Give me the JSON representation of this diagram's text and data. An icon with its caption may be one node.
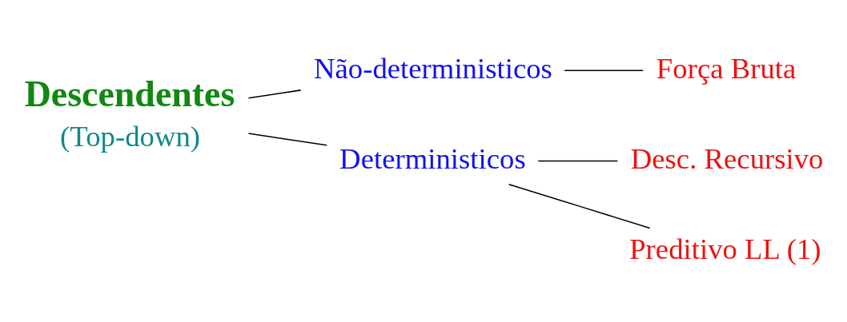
{
  "diagram": {
    "nodes": [
      {
        "text": [
          "Descendentes",
          "(Top-down)"
        ]
      },
      {
        "text": [
          "Não-deterministicos"
        ]
      },
      {
        "text": [
          "Força Bruta"
        ]
      },
      {
        "text": [
          "Deterministicos"
        ]
      },
      {
        "text": [
          "Desc. Recursivo"
        ]
      },
      {
        "text": [
          "Preditivo LL (1)"
        ]
      }
    ],
    "edges": [
      {
        "from": 0,
        "to": 1,
        "arrow": "none"
      },
      {
        "from": 0,
        "to": 3,
        "arrow": "none"
      },
      {
        "from": 1,
        "to": 2,
        "arrow": "none"
      },
      {
        "from": 3,
        "to": 4,
        "arrow": "none"
      },
      {
        "from": 3,
        "to": 5,
        "arrow": "none"
      }
    ]
  }
}
